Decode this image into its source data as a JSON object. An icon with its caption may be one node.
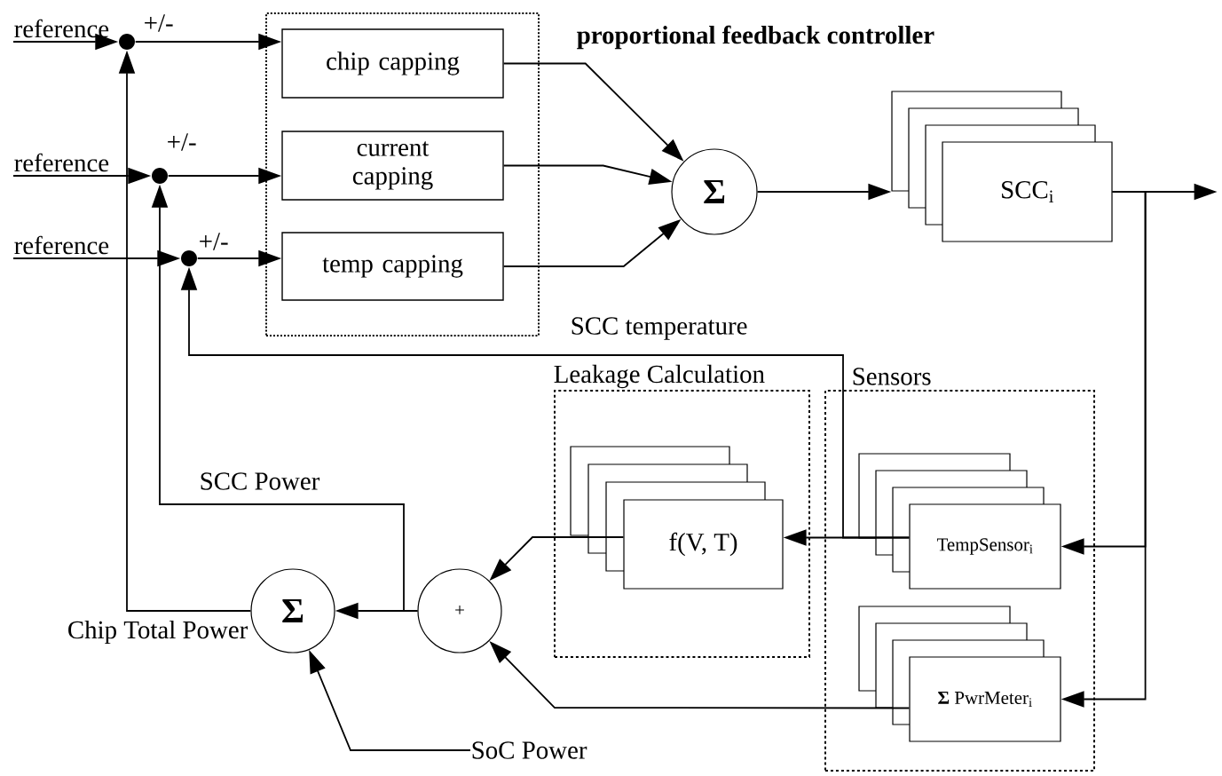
{
  "diagram": {
    "nodes": [
      {
        "text": [
          "proportional feedback controller"
        ]
      },
      {
        "text": [
          "chip capping"
        ],
        "in": 0
      },
      {
        "text": [
          "current capping"
        ],
        "in": 0
      },
      {
        "text": [
          "temp capping"
        ],
        "in": 0
      },
      {
        "text": [
          "Σ"
        ]
      },
      {
        "text": [
          "SCC$_{i}$"
        ]
      },
      {
        "text": [
          "Leakage Calculation"
        ]
      },
      {
        "text": [
          "f(V, T)"
        ],
        "in": 6
      },
      {
        "text": [
          "Sensors"
        ]
      },
      {
        "text": [
          "TempSensor$_{i}$"
        ],
        "in": 8
      },
      {
        "text": [
          "**Σ** PwrMeter$_{i}$"
        ],
        "in": 8
      },
      {
        "text": [
          "+"
        ]
      },
      {
        "text": [
          "Σ"
        ]
      },
      {
        "text": [],
        "shape": "circle",
        "beside": [
          "+/-"
        ]
      },
      {
        "text": [],
        "shape": "circle",
        "beside": [
          "+/-"
        ]
      },
      {
        "text": [],
        "shape": "circle",
        "beside": [
          "+/-"
        ]
      },
      {
        "text": [
          "reference"
        ]
      },
      {
        "text": [
          "reference"
        ]
      },
      {
        "text": [
          "reference"
        ]
      },
      {
        "text": [
          "SoC Power"
        ]
      }
    ],
    "edges": [
      {
        "from": 16,
        "to": 13,
        "arrow": "to"
      },
      {
        "from": 17,
        "to": 14,
        "arrow": "to"
      },
      {
        "from": 18,
        "to": 15,
        "arrow": "to"
      },
      {
        "from": 13,
        "to": 1,
        "arrow": "to"
      },
      {
        "from": 14,
        "to": 2,
        "arrow": "to"
      },
      {
        "from": 15,
        "to": 3,
        "arrow": "to"
      },
      {
        "from": 1,
        "to": 4,
        "arrow": "to"
      },
      {
        "from": 2,
        "to": 4,
        "arrow": "to"
      },
      {
        "from": 3,
        "to": 4,
        "arrow": "to"
      },
      {
        "from": 4,
        "to": 5,
        "arrow": "to"
      },
      {
        "from": 5,
        "to": null,
        "arrow": "to"
      },
      {
        "from": 5,
        "to": 9,
        "arrow": "to"
      },
      {
        "from": 5,
        "to": 10,
        "arrow": "to"
      },
      {
        "from": 9,
        "to": 7,
        "arrow": "to"
      },
      {
        "from": 9,
        "to": 15,
        "arrow": "to",
        "label": "SCC temperature"
      },
      {
        "from": 7,
        "to": 11,
        "arrow": "to"
      },
      {
        "from": 10,
        "to": 11,
        "arrow": "to"
      },
      {
        "from": 11,
        "to": 12,
        "arrow": "to"
      },
      {
        "from": 11,
        "to": 14,
        "arrow": "to",
        "label": "SCC Power"
      },
      {
        "from": 12,
        "to": 13,
        "arrow": "to",
        "label": "Chip Total Power"
      },
      {
        "from": 19,
        "to": 12,
        "arrow": "to"
      }
    ]
  }
}
